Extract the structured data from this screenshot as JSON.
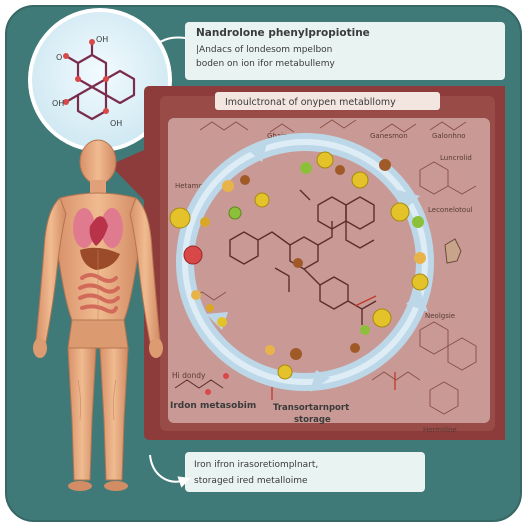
{
  "header": {
    "title": "Nandrolone phenylpropiotine",
    "line1": "|Andacs of londesom mpelbon",
    "line2": "boden on ion ifor metabullemy"
  },
  "panel": {
    "title": "Imoulctronat of onypen metabllomy"
  },
  "molecule_top": {
    "labels": [
      "OH",
      "O",
      "OH",
      "OH"
    ]
  },
  "labels": {
    "hetamone": "Hetamone",
    "ghaino": "Ghaino",
    "guanadbi": "Guanadbi",
    "ganesmon": "Ganesmon",
    "galonhno": "Galonhno",
    "luncrolid": "Luncrolid",
    "leconelotoul": "Leconelotoul",
    "neolgsie": "Neolgsie",
    "hi_dondy": "Hi dondy",
    "iron_metabolism": "Irdon metasobim",
    "transport": "Transortarnport",
    "storage": "storage",
    "hormone": "Hormiilne"
  },
  "footer": {
    "line1": "Iron ifron irasoretiomplnart,",
    "line2": "storaged ired metalloime"
  },
  "colors": {
    "teal": "#3f7a78",
    "panel": "#8e3b3b",
    "cycle": "#bcd8e8",
    "skin": "#e8ab7f"
  }
}
